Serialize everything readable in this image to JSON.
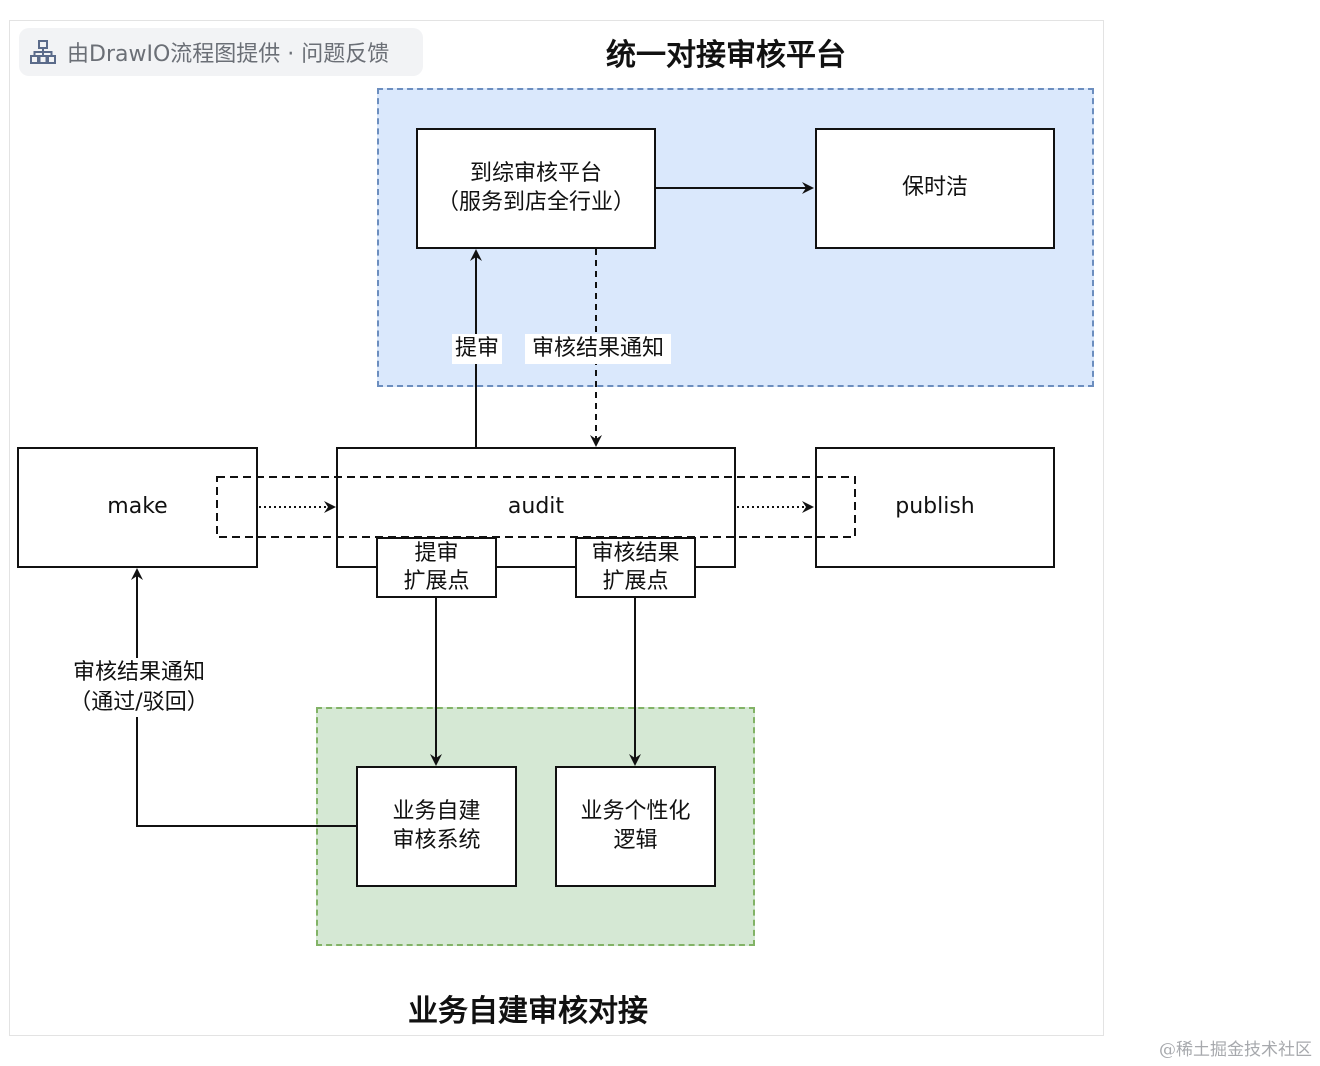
{
  "header_badge": {
    "text": "由DrawIO流程图提供 · 问题反馈",
    "icon": "sitemap-icon"
  },
  "titles": {
    "top": "统一对接审核平台",
    "bottom": "业务自建审核对接"
  },
  "nodes": {
    "platform": "到综审核平台\n（服务到店全行业）",
    "baoshijie": "保时洁",
    "make": "make",
    "audit": "audit",
    "publish": "publish",
    "submit_ext": "提审\n扩展点",
    "result_ext": "审核结果\n扩展点",
    "self_built": "业务自建\n审核系统",
    "custom_logic": "业务个性化\n逻辑"
  },
  "edge_labels": {
    "submit": "提审",
    "result_notify": "审核结果通知",
    "make_notify": "审核结果通知\n（通过/驳回）"
  },
  "watermark": "@稀土掘金技术社区",
  "colors": {
    "blue_zone_fill": "#dae8fc",
    "blue_zone_border": "#6c8ebf",
    "green_zone_fill": "#d5e8d4",
    "green_zone_border": "#82b366"
  }
}
